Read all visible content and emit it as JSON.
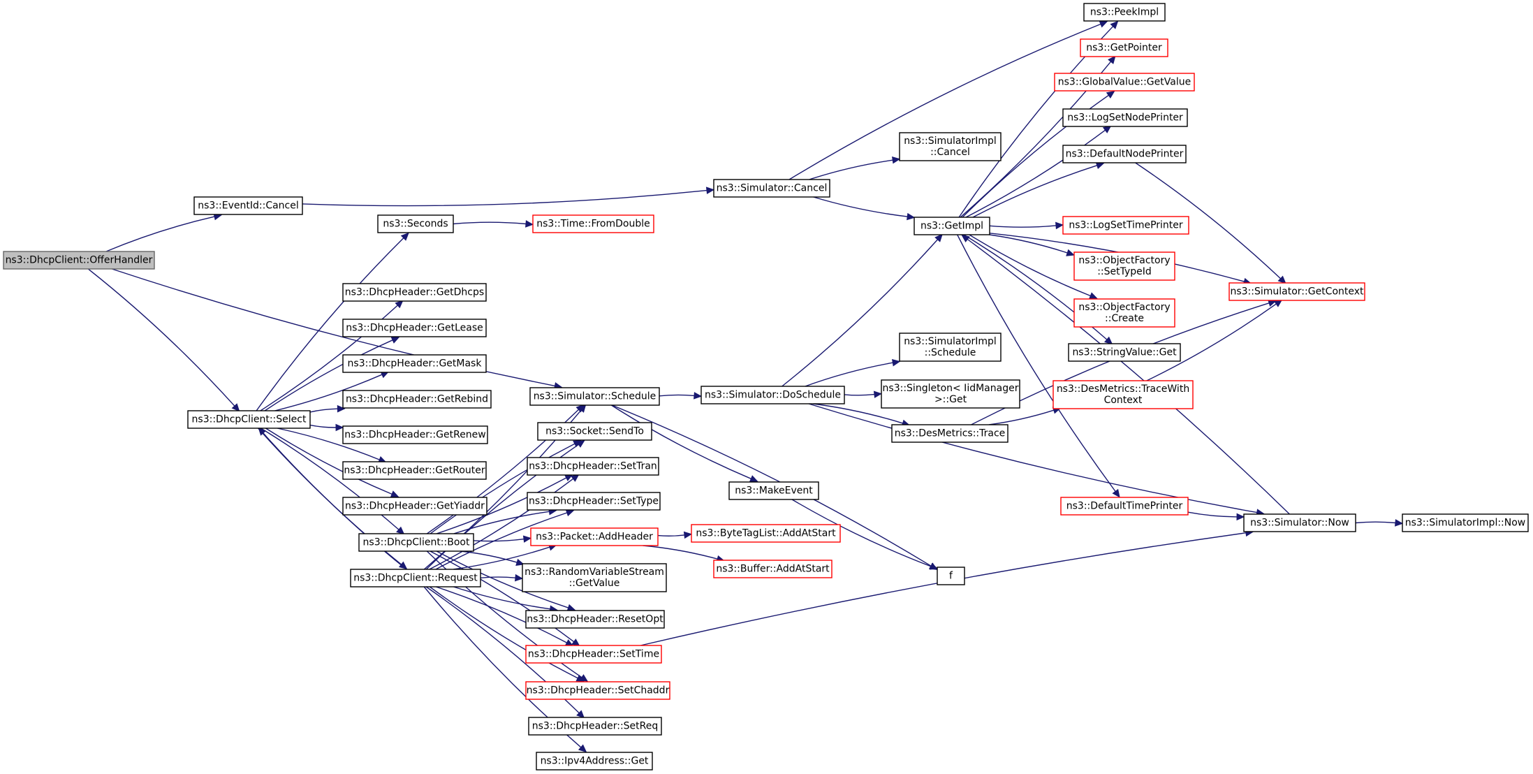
{
  "graph": {
    "nodes": [
      {
        "id": "offer",
        "lines": [
          "ns3::DhcpClient::OfferHandler"
        ],
        "style": "root"
      },
      {
        "id": "evcancel",
        "lines": [
          "ns3::EventId::Cancel"
        ],
        "style": "normal"
      },
      {
        "id": "select",
        "lines": [
          "ns3::DhcpClient::Select"
        ],
        "style": "normal"
      },
      {
        "id": "seconds",
        "lines": [
          "ns3::Seconds"
        ],
        "style": "normal"
      },
      {
        "id": "fromdouble",
        "lines": [
          "ns3::Time::FromDouble"
        ],
        "style": "red"
      },
      {
        "id": "getdhcps",
        "lines": [
          "ns3::DhcpHeader::GetDhcps"
        ],
        "style": "normal"
      },
      {
        "id": "getlease",
        "lines": [
          "ns3::DhcpHeader::GetLease"
        ],
        "style": "normal"
      },
      {
        "id": "getmask",
        "lines": [
          "ns3::DhcpHeader::GetMask"
        ],
        "style": "normal"
      },
      {
        "id": "getrebind",
        "lines": [
          "ns3::DhcpHeader::GetRebind"
        ],
        "style": "normal"
      },
      {
        "id": "getrenew",
        "lines": [
          "ns3::DhcpHeader::GetRenew"
        ],
        "style": "normal"
      },
      {
        "id": "getrouter",
        "lines": [
          "ns3::DhcpHeader::GetRouter"
        ],
        "style": "normal"
      },
      {
        "id": "getyiaddr",
        "lines": [
          "ns3::DhcpHeader::GetYiaddr"
        ],
        "style": "normal"
      },
      {
        "id": "boot",
        "lines": [
          "ns3::DhcpClient::Boot"
        ],
        "style": "normal"
      },
      {
        "id": "request",
        "lines": [
          "ns3::DhcpClient::Request"
        ],
        "style": "normal"
      },
      {
        "id": "schedule",
        "lines": [
          "ns3::Simulator::Schedule"
        ],
        "style": "normal"
      },
      {
        "id": "sendto",
        "lines": [
          "ns3::Socket::SendTo"
        ],
        "style": "normal"
      },
      {
        "id": "settran",
        "lines": [
          "ns3::DhcpHeader::SetTran"
        ],
        "style": "normal"
      },
      {
        "id": "settype",
        "lines": [
          "ns3::DhcpHeader::SetType"
        ],
        "style": "normal"
      },
      {
        "id": "addheader",
        "lines": [
          "ns3::Packet::AddHeader"
        ],
        "style": "red"
      },
      {
        "id": "rvsget",
        "lines": [
          "ns3::RandomVariableStream",
          "::GetValue"
        ],
        "style": "normal"
      },
      {
        "id": "resetopt",
        "lines": [
          "ns3::DhcpHeader::ResetOpt"
        ],
        "style": "normal"
      },
      {
        "id": "settime",
        "lines": [
          "ns3::DhcpHeader::SetTime"
        ],
        "style": "red"
      },
      {
        "id": "setchaddr",
        "lines": [
          "ns3::DhcpHeader::SetChaddr"
        ],
        "style": "red"
      },
      {
        "id": "setreq",
        "lines": [
          "ns3::DhcpHeader::SetReq"
        ],
        "style": "normal"
      },
      {
        "id": "ipv4get",
        "lines": [
          "ns3::Ipv4Address::Get"
        ],
        "style": "normal"
      },
      {
        "id": "simcancel",
        "lines": [
          "ns3::Simulator::Cancel"
        ],
        "style": "normal"
      },
      {
        "id": "implcancel",
        "lines": [
          "ns3::SimulatorImpl",
          "::Cancel"
        ],
        "style": "normal"
      },
      {
        "id": "getimpl",
        "lines": [
          "ns3::GetImpl"
        ],
        "style": "normal"
      },
      {
        "id": "doschedule",
        "lines": [
          "ns3::Simulator::DoSchedule"
        ],
        "style": "normal"
      },
      {
        "id": "makeevent",
        "lines": [
          "ns3::MakeEvent"
        ],
        "style": "normal"
      },
      {
        "id": "bytetag",
        "lines": [
          "ns3::ByteTagList::AddAtStart"
        ],
        "style": "red"
      },
      {
        "id": "bufadd",
        "lines": [
          "ns3::Buffer::AddAtStart"
        ],
        "style": "red"
      },
      {
        "id": "f",
        "lines": [
          "f"
        ],
        "style": "normal"
      },
      {
        "id": "implschedule",
        "lines": [
          "ns3::SimulatorImpl",
          "::Schedule"
        ],
        "style": "normal"
      },
      {
        "id": "singleton",
        "lines": [
          "ns3::Singleton< IidManager",
          " >::Get"
        ],
        "style": "normal"
      },
      {
        "id": "trace",
        "lines": [
          "ns3::DesMetrics::Trace"
        ],
        "style": "normal"
      },
      {
        "id": "peekimpl",
        "lines": [
          "ns3::PeekImpl"
        ],
        "style": "normal"
      },
      {
        "id": "getpointer",
        "lines": [
          "ns3::GetPointer"
        ],
        "style": "red"
      },
      {
        "id": "gvgetvalue",
        "lines": [
          "ns3::GlobalValue::GetValue"
        ],
        "style": "red"
      },
      {
        "id": "lognodeprinter",
        "lines": [
          "ns3::LogSetNodePrinter"
        ],
        "style": "normal"
      },
      {
        "id": "defnodeprinter",
        "lines": [
          "ns3::DefaultNodePrinter"
        ],
        "style": "normal"
      },
      {
        "id": "logtimeprinter",
        "lines": [
          "ns3::LogSetTimePrinter"
        ],
        "style": "red"
      },
      {
        "id": "setypeid",
        "lines": [
          "ns3::ObjectFactory",
          "::SetTypeId"
        ],
        "style": "red"
      },
      {
        "id": "ofcreate",
        "lines": [
          "ns3::ObjectFactory",
          "::Create"
        ],
        "style": "red"
      },
      {
        "id": "svget",
        "lines": [
          "ns3::StringValue::Get"
        ],
        "style": "normal"
      },
      {
        "id": "tracectx",
        "lines": [
          "ns3::DesMetrics::TraceWith",
          "Context"
        ],
        "style": "red"
      },
      {
        "id": "deftimeprinter",
        "lines": [
          "ns3::DefaultTimePrinter"
        ],
        "style": "red"
      },
      {
        "id": "getcontext",
        "lines": [
          "ns3::Simulator::GetContext"
        ],
        "style": "red"
      },
      {
        "id": "simnow",
        "lines": [
          "ns3::Simulator::Now"
        ],
        "style": "normal"
      },
      {
        "id": "implnow",
        "lines": [
          "ns3::SimulatorImpl::Now"
        ],
        "style": "normal"
      }
    ],
    "edges": [
      [
        "offer",
        "evcancel"
      ],
      [
        "offer",
        "schedule"
      ],
      [
        "offer",
        "select"
      ],
      [
        "evcancel",
        "simcancel"
      ],
      [
        "select",
        "seconds"
      ],
      [
        "select",
        "getdhcps"
      ],
      [
        "select",
        "getlease"
      ],
      [
        "select",
        "getmask"
      ],
      [
        "select",
        "getrebind"
      ],
      [
        "select",
        "getrenew"
      ],
      [
        "select",
        "getrouter"
      ],
      [
        "select",
        "getyiaddr"
      ],
      [
        "select",
        "boot"
      ],
      [
        "select",
        "request"
      ],
      [
        "seconds",
        "fromdouble"
      ],
      [
        "boot",
        "schedule"
      ],
      [
        "boot",
        "sendto"
      ],
      [
        "boot",
        "settran"
      ],
      [
        "boot",
        "settype"
      ],
      [
        "boot",
        "addheader"
      ],
      [
        "boot",
        "rvsget"
      ],
      [
        "boot",
        "resetopt"
      ],
      [
        "boot",
        "settime"
      ],
      [
        "boot",
        "setchaddr"
      ],
      [
        "request",
        "select"
      ],
      [
        "request",
        "schedule"
      ],
      [
        "request",
        "sendto"
      ],
      [
        "request",
        "settran"
      ],
      [
        "request",
        "settype"
      ],
      [
        "request",
        "addheader"
      ],
      [
        "request",
        "rvsget"
      ],
      [
        "request",
        "resetopt"
      ],
      [
        "request",
        "settime"
      ],
      [
        "request",
        "setchaddr"
      ],
      [
        "request",
        "setreq"
      ],
      [
        "request",
        "ipv4get"
      ],
      [
        "schedule",
        "doschedule"
      ],
      [
        "schedule",
        "makeevent"
      ],
      [
        "schedule",
        "f"
      ],
      [
        "addheader",
        "bytetag"
      ],
      [
        "addheader",
        "bufadd"
      ],
      [
        "makeevent",
        "f"
      ],
      [
        "simcancel",
        "implcancel"
      ],
      [
        "simcancel",
        "getimpl"
      ],
      [
        "simcancel",
        "peekimpl"
      ],
      [
        "doschedule",
        "getimpl"
      ],
      [
        "doschedule",
        "implschedule"
      ],
      [
        "doschedule",
        "singleton"
      ],
      [
        "doschedule",
        "trace"
      ],
      [
        "doschedule",
        "simnow"
      ],
      [
        "getimpl",
        "peekimpl"
      ],
      [
        "getimpl",
        "getpointer"
      ],
      [
        "getimpl",
        "gvgetvalue"
      ],
      [
        "getimpl",
        "lognodeprinter"
      ],
      [
        "getimpl",
        "defnodeprinter"
      ],
      [
        "getimpl",
        "logtimeprinter"
      ],
      [
        "getimpl",
        "setypeid"
      ],
      [
        "getimpl",
        "ofcreate"
      ],
      [
        "getimpl",
        "svget"
      ],
      [
        "getimpl",
        "deftimeprinter"
      ],
      [
        "getimpl",
        "getcontext"
      ],
      [
        "trace",
        "tracectx"
      ],
      [
        "trace",
        "getcontext"
      ],
      [
        "tracectx",
        "getcontext"
      ],
      [
        "defnodeprinter",
        "getcontext"
      ],
      [
        "deftimeprinter",
        "simnow"
      ],
      [
        "settime",
        "simnow"
      ],
      [
        "simnow",
        "getimpl"
      ],
      [
        "simnow",
        "implnow"
      ]
    ]
  }
}
